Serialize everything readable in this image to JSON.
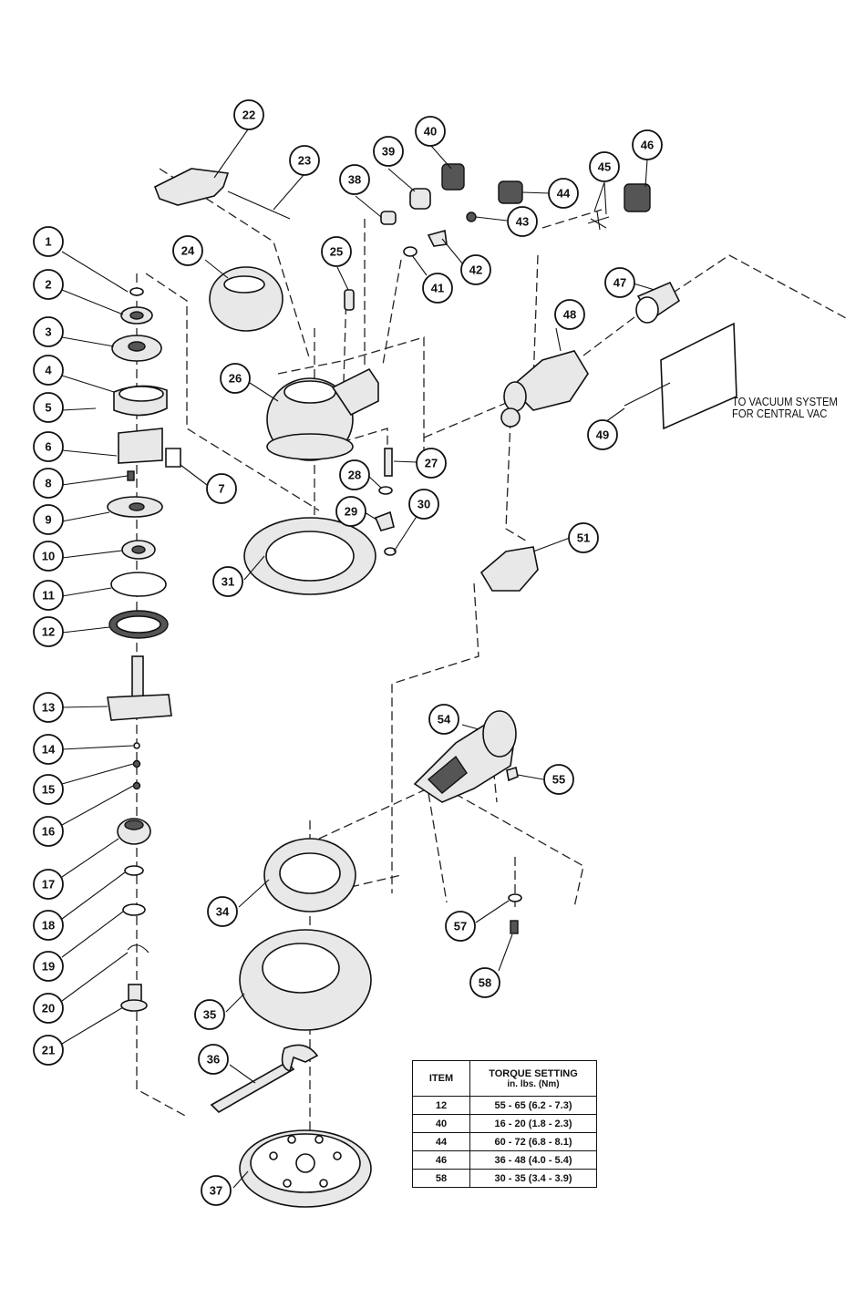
{
  "callouts": [
    "1",
    "2",
    "3",
    "4",
    "5",
    "6",
    "7",
    "8",
    "9",
    "10",
    "11",
    "12",
    "13",
    "14",
    "15",
    "16",
    "17",
    "18",
    "19",
    "20",
    "21",
    "22",
    "23",
    "24",
    "25",
    "26",
    "27",
    "28",
    "29",
    "30",
    "31",
    "34",
    "35",
    "36",
    "37",
    "38",
    "39",
    "40",
    "41",
    "42",
    "43",
    "44",
    "45",
    "46",
    "47",
    "48",
    "49",
    "51",
    "54",
    "55",
    "57",
    "58"
  ],
  "vacuum_note": {
    "line1": "TO VACUUM SYSTEM",
    "line2": "FOR CENTRAL VAC"
  },
  "torque_table": {
    "header_item": "ITEM",
    "header_setting": "TORQUE SETTING",
    "header_units": "in. lbs. (Nm)",
    "rows": [
      {
        "item": "12",
        "setting": "55 - 65 (6.2 - 7.3)"
      },
      {
        "item": "40",
        "setting": "16 - 20 (1.8 - 2.3)"
      },
      {
        "item": "44",
        "setting": "60 - 72 (6.8 - 8.1)"
      },
      {
        "item": "46",
        "setting": "36 - 48 (4.0 - 5.4)"
      },
      {
        "item": "58",
        "setting": "30 - 35 (3.4 - 3.9)"
      }
    ]
  }
}
